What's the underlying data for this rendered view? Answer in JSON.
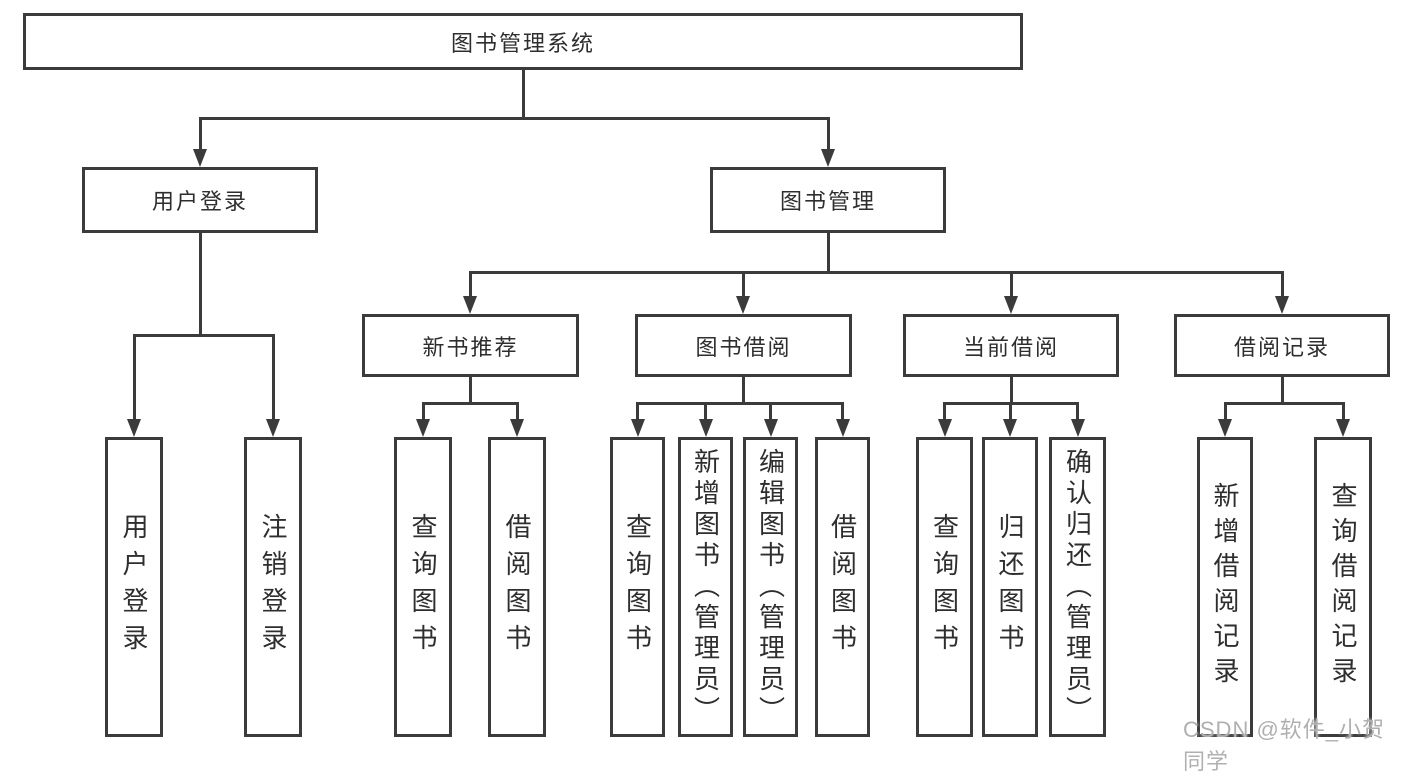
{
  "diagram": {
    "title_node": {
      "label": "图书管理系统"
    },
    "level2": [
      {
        "label": "用户登录"
      },
      {
        "label": "图书管理"
      }
    ],
    "level3": [
      {
        "label": "新书推荐"
      },
      {
        "label": "图书借阅"
      },
      {
        "label": "当前借阅"
      },
      {
        "label": "借阅记录"
      }
    ],
    "leaves": {
      "user_login": [
        "用户登录",
        "注销登录"
      ],
      "new_book": [
        "查询图书",
        "借阅图书"
      ],
      "borrow": [
        "查询图书",
        "新增图书（管理员）",
        "编辑图书（管理员）",
        "借阅图书"
      ],
      "current": [
        "查询图书",
        "归还图书",
        "确认归还（管理员）"
      ],
      "records": [
        "新增借阅记录",
        "查询借阅记录"
      ]
    },
    "colors": {
      "line": "#3b3b3b",
      "text": "#2e2e2e",
      "background": "#ffffff",
      "watermark": "#b0b0b0"
    }
  },
  "watermark": {
    "text": "CSDN @软件_小贺同学"
  }
}
